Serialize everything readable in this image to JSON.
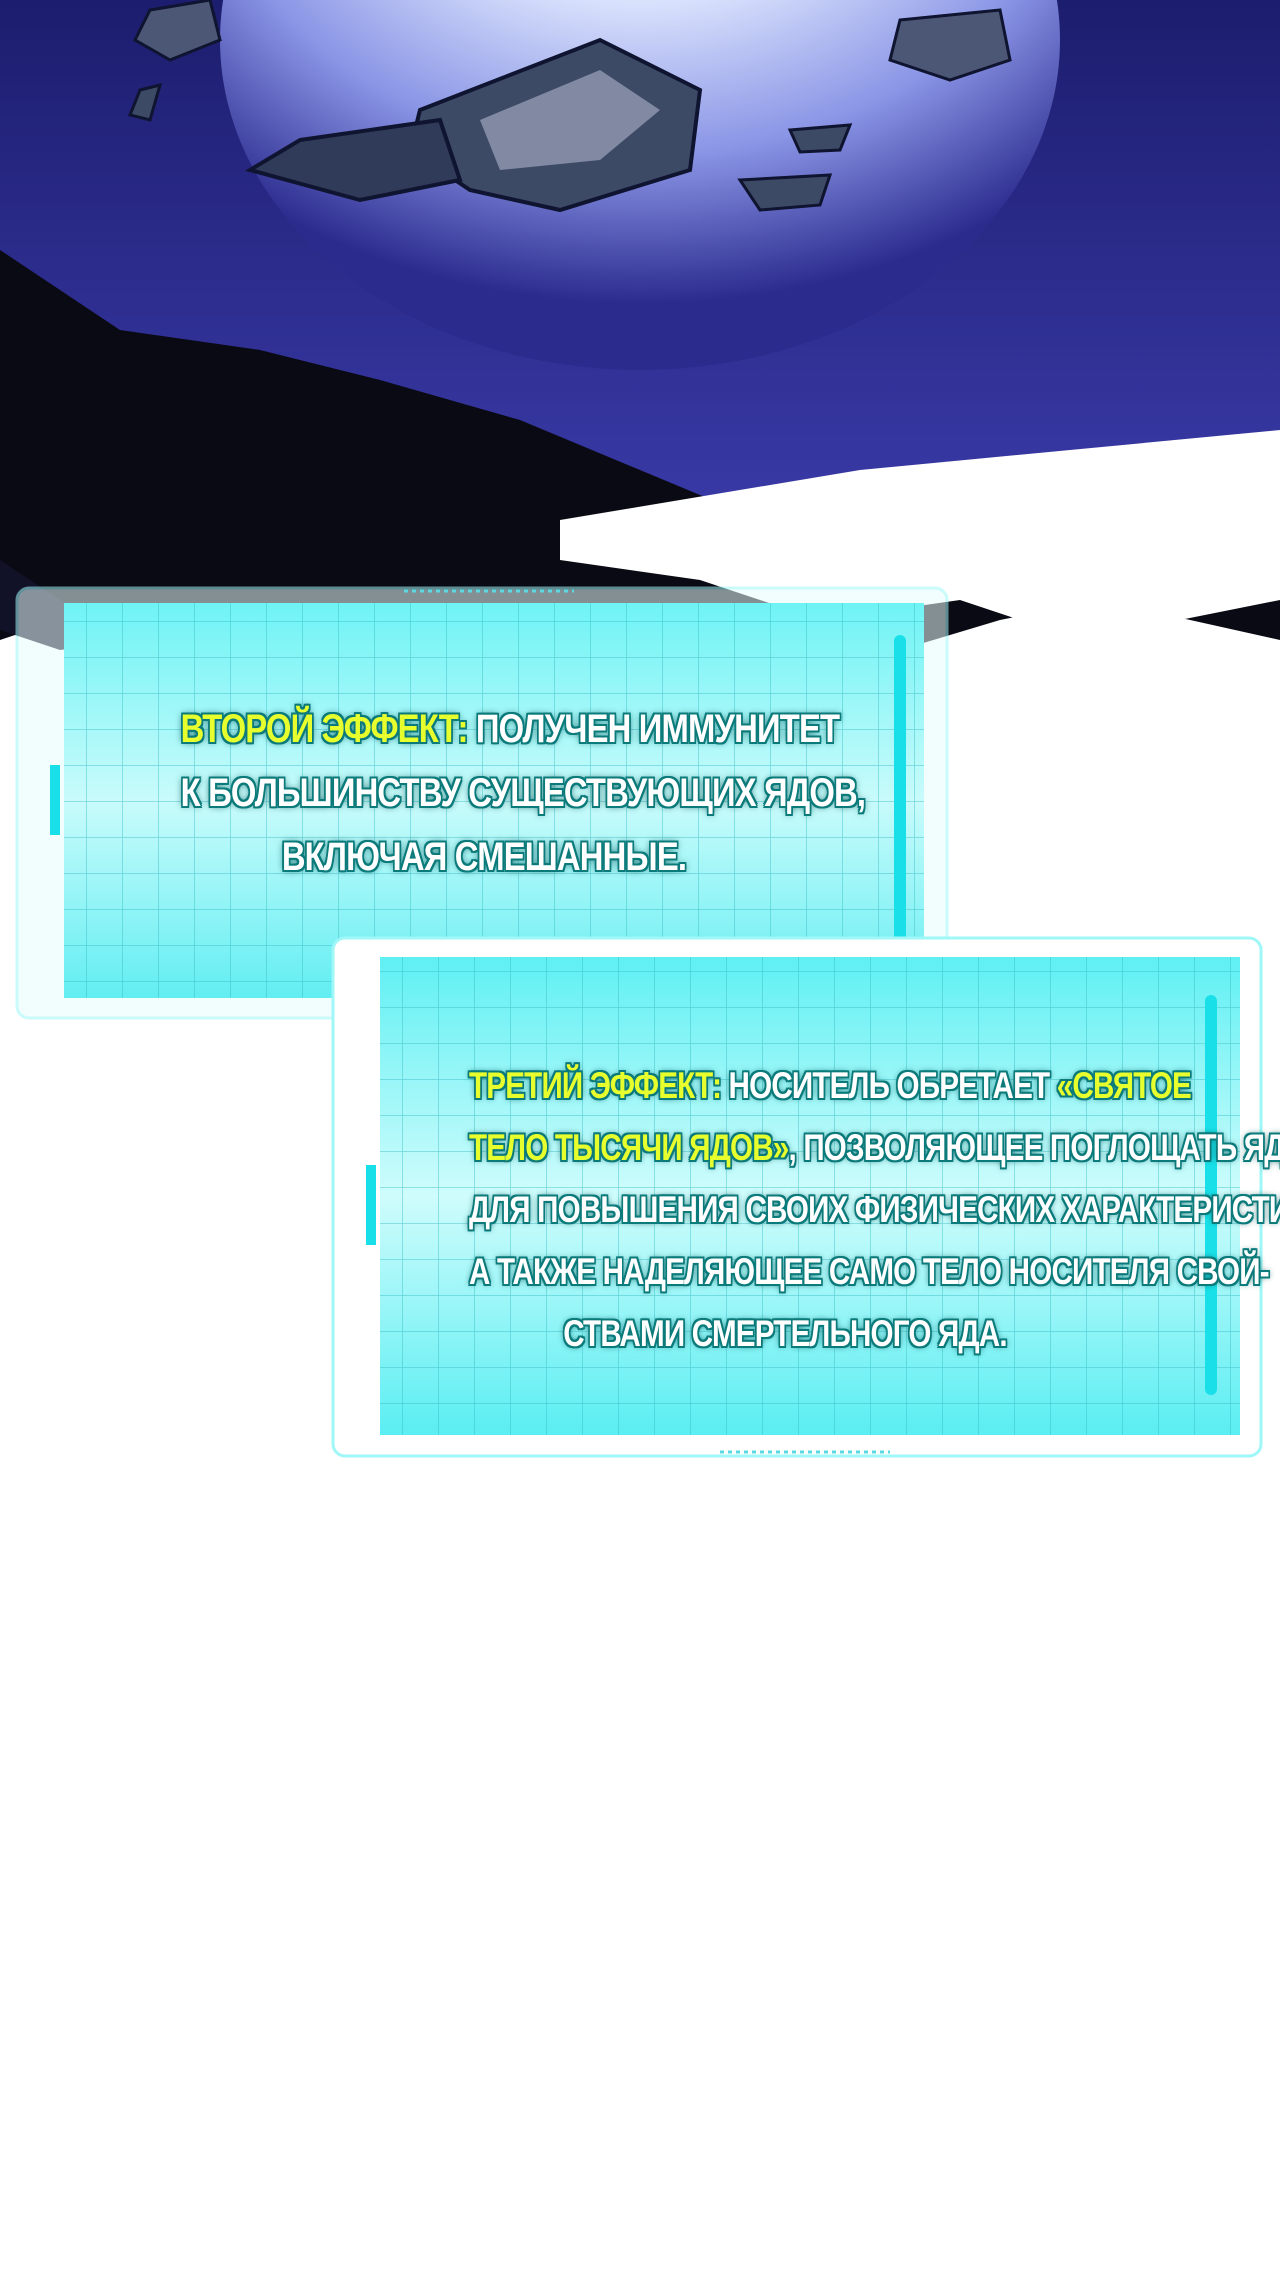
{
  "panel_one": {
    "line1_highlight": "ВТОРОЙ ЭФФЕКТ:",
    "line1_rest": " ПОЛУЧЕН ИММУНИТЕТ",
    "line2": "К БОЛЬШИНСТВУ СУЩЕСТВУЮЩИХ ЯДОВ,",
    "line3": "ВКЛЮЧАЯ СМЕШАННЫЕ."
  },
  "panel_two": {
    "line1_highlight": "ТРЕТИЙ ЭФФЕКТ:",
    "line1_rest": " НОСИТЕЛЬ ОБРЕТАЕТ ",
    "line1_highlight2": "«СВЯТОЕ",
    "line2_highlight": "ТЕЛО ТЫСЯЧИ ЯДОВ»",
    "line2_rest": ", ПОЗВОЛЯЮЩЕЕ ПОГЛОЩАТЬ ЯДЫ",
    "line3": "ДЛЯ ПОВЫШЕНИЯ СВОИХ ФИЗИЧЕСКИХ ХАРАКТЕРИСТИК,",
    "line4": "А ТАКЖЕ НАДЕЛЯЮЩЕЕ САМО ТЕЛО НОСИТЕЛЯ СВОЙ-",
    "line5": "СТВАМИ СМЕРТЕЛЬНОГО ЯДА."
  },
  "colors": {
    "highlight": "#e7ff2d",
    "panel_fill": "#5ff0f3",
    "panel_border": "#9ff7f7",
    "sky_dark": "#2a2a8c",
    "moon": "#dfe8ff"
  }
}
